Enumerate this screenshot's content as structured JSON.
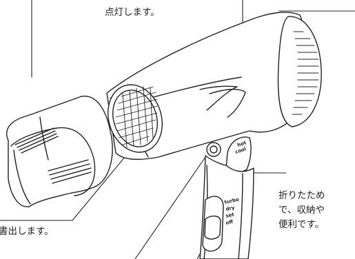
{
  "annotations": {
    "top_callout": "点灯します。",
    "bottom_callout": "書出します。",
    "right_callout": [
      "折りたため",
      "で、収納や",
      "便利です。"
    ]
  },
  "switch_labels": {
    "temperature": [
      "hot",
      "cool"
    ],
    "mode": [
      "turbo",
      "dry",
      "set",
      "off"
    ]
  }
}
